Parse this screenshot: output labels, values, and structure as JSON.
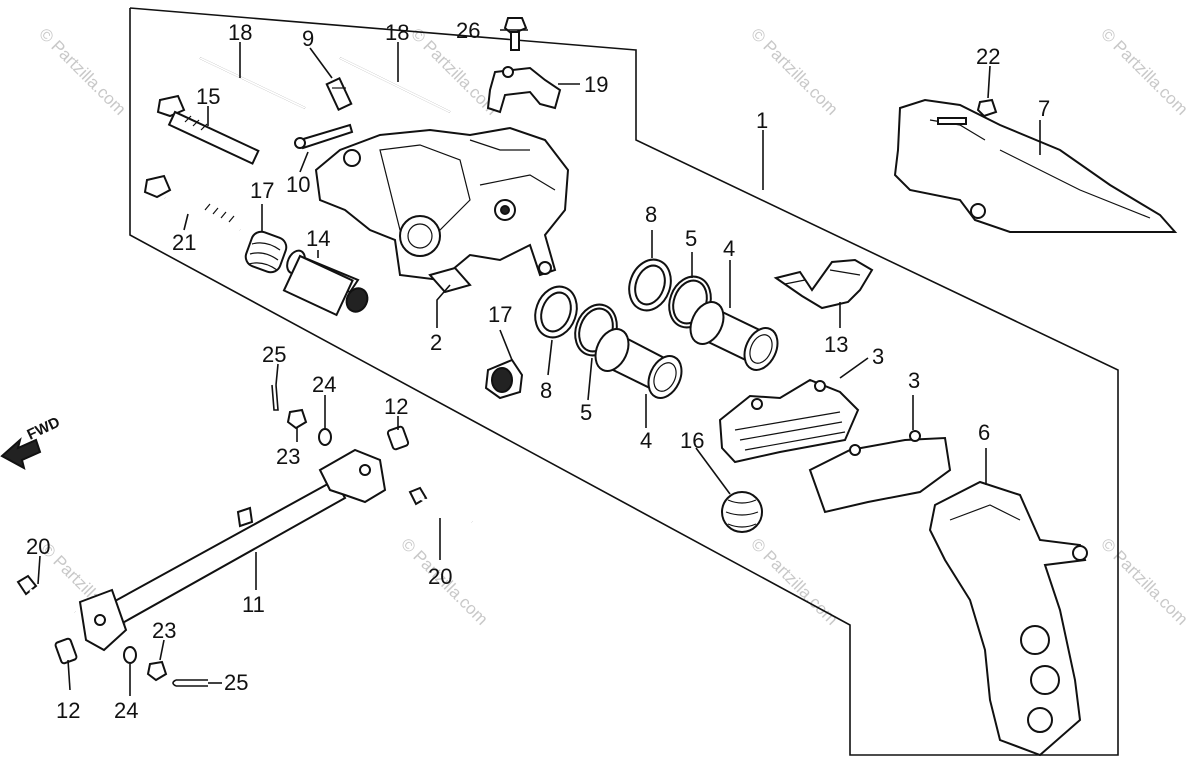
{
  "watermarks": {
    "corner": "© Partzilla.com",
    "repeat": "© Partzilla.com"
  },
  "direction_label": "FWD",
  "part_numbers": {
    "p1": "1",
    "p2": "2",
    "p3a": "3",
    "p3b": "3",
    "p4a": "4",
    "p4b": "4",
    "p5a": "5",
    "p5b": "5",
    "p6": "6",
    "p7": "7",
    "p8a": "8",
    "p8b": "8",
    "p9": "9",
    "p10": "10",
    "p11": "11",
    "p12a": "12",
    "p12b": "12",
    "p13": "13",
    "p14": "14",
    "p15": "15",
    "p16": "16",
    "p17a": "17",
    "p17b": "17",
    "p18a": "18",
    "p18b": "18",
    "p19": "19",
    "p20a": "20",
    "p20b": "20",
    "p21": "21",
    "p22": "22",
    "p23a": "23",
    "p23b": "23",
    "p24a": "24",
    "p24b": "24",
    "p25a": "25",
    "p25b": "25",
    "p26": "26"
  }
}
